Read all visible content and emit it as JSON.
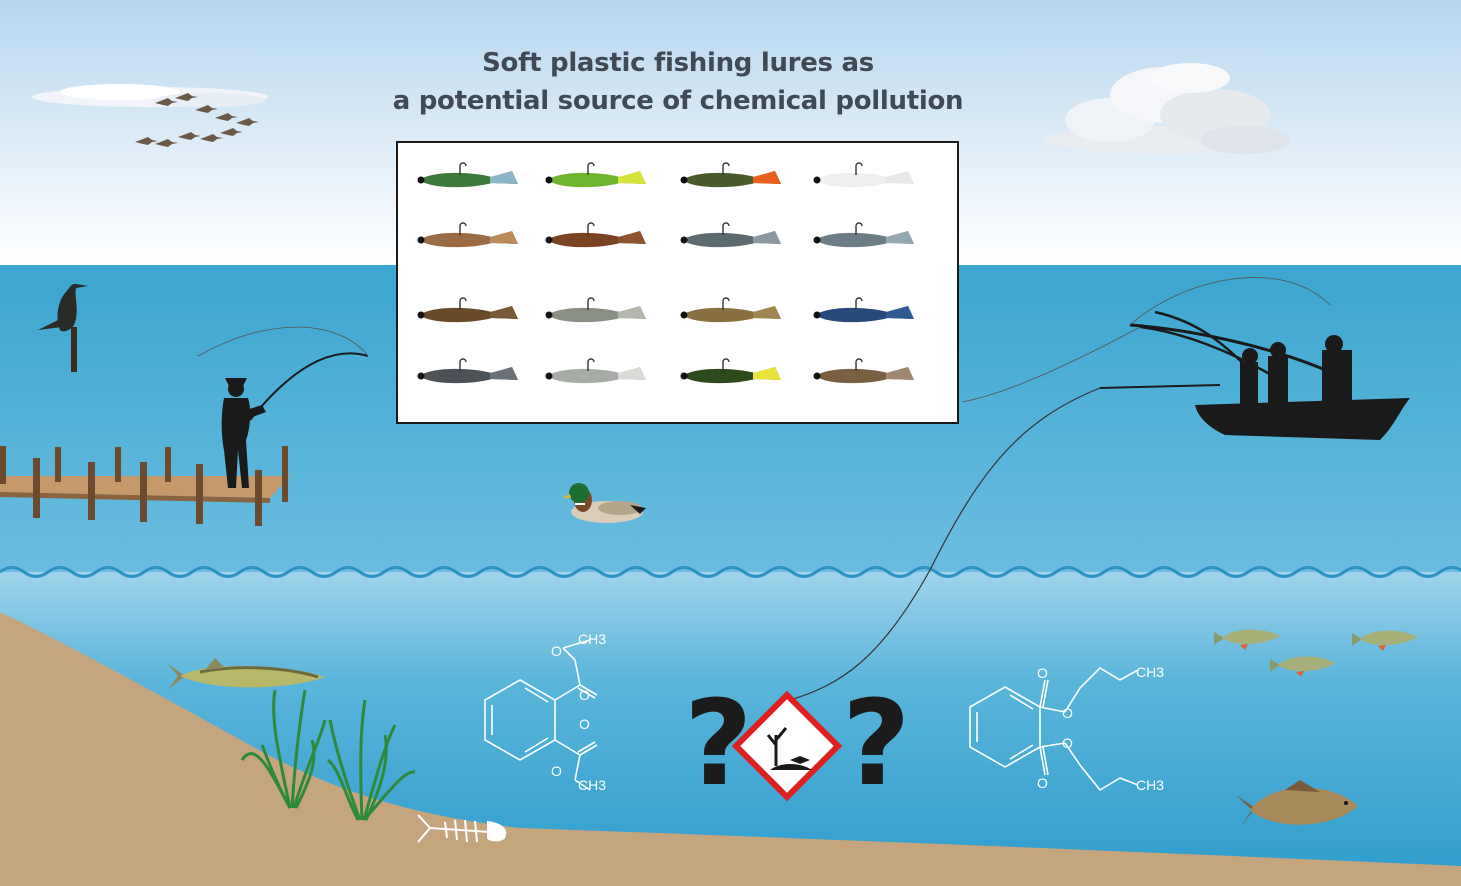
{
  "title": {
    "line1": "Soft plastic fishing lures as",
    "line2": "a potential source of chemical pollution"
  },
  "colors": {
    "sky_top": "#b6d6ee",
    "sky_bottom": "#ffffff",
    "water_surface": "#3aa6cf",
    "water_deep": "#8ccbe6",
    "wave_line": "#2d93c2",
    "sediment": "#c4a57e",
    "silhouette": "#1a1a1a",
    "hazard_red": "#e02020"
  },
  "lures": {
    "rows": [
      [
        {
          "icon": "green-shad-lure-icon",
          "body": "#3d7a3a",
          "tail": "#8db5c9"
        },
        {
          "icon": "chartreuse-shad-lure-icon",
          "body": "#6fb52c",
          "tail": "#d7e33a"
        },
        {
          "icon": "firetiger-shad-lure-icon",
          "body": "#4a5a2a",
          "tail": "#e8601c"
        },
        {
          "icon": "white-shad-lure-icon",
          "body": "#eef0ee",
          "tail": "#e6e9e6"
        }
      ],
      [
        {
          "icon": "worm-lure-icon",
          "body": "#9a6b44",
          "tail": "#b88a5c"
        },
        {
          "icon": "creature-bait-lure-icon",
          "body": "#7a4322",
          "tail": "#8c5530"
        },
        {
          "icon": "grey-shad-lure-icon",
          "body": "#5b6b70",
          "tail": "#8a9aa0"
        },
        {
          "icon": "baitfish-shad-lure-icon",
          "body": "#6d7d86",
          "tail": "#95a7b0"
        }
      ],
      [
        {
          "icon": "brown-paddle-tail-lure-icon",
          "body": "#6b4a2a",
          "tail": "#7a5a36"
        },
        {
          "icon": "silver-shad-lure-icon",
          "body": "#8a8f86",
          "tail": "#b3b7ad"
        },
        {
          "icon": "crayfish-lure-icon",
          "body": "#8a7040",
          "tail": "#a08550"
        },
        {
          "icon": "blue-shad-lure-icon",
          "body": "#264a7a",
          "tail": "#2f5b92"
        }
      ],
      [
        {
          "icon": "dark-shad-lure-icon",
          "body": "#4c5258",
          "tail": "#6a7078"
        },
        {
          "icon": "pearl-shad-lure-icon",
          "body": "#a7aba6",
          "tail": "#d8dad6"
        },
        {
          "icon": "yellow-shad-lure-icon",
          "body": "#2f4a1a",
          "tail": "#e9e33a"
        },
        {
          "icon": "minnow-lure-icon",
          "body": "#7a6040",
          "tail": "#a08870"
        }
      ]
    ]
  },
  "hazard": {
    "icon": "environmental-hazard-icon",
    "left_symbol": "?",
    "right_symbol": "?"
  },
  "chemicals": {
    "left": {
      "icon": "dimethyl-phthalate-structure-icon",
      "labels": [
        "O",
        "CH3",
        "O",
        "O",
        "O",
        "CH3"
      ]
    },
    "right": {
      "icon": "dibutyl-phthalate-structure-icon",
      "labels": [
        "O",
        "O",
        "CH3",
        "O",
        "O",
        "CH3"
      ]
    }
  },
  "illustrations": [
    "geese-flock-icon",
    "cloud-left-icon",
    "cloud-right-icon",
    "cormorant-icon",
    "shore-angler-icon",
    "wooden-pier-icon",
    "mallard-duck-icon",
    "fishing-boat-icon",
    "pike-fish-icon",
    "waterweed-icon",
    "fish-skeleton-icon",
    "trout-fish-icon",
    "carp-fish-icon"
  ]
}
